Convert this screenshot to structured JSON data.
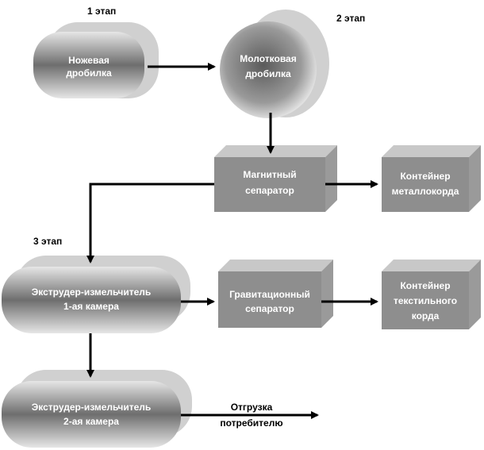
{
  "stages": {
    "stage1": "1 этап",
    "stage2": "2 этап",
    "stage3": "3 этап"
  },
  "nodes": {
    "knife_crusher": [
      "Ножевая",
      "дробилка"
    ],
    "hammer_crusher": [
      "Молотковая",
      "дробилка"
    ],
    "magnetic_separator": [
      "Магнитный",
      "сепаратор"
    ],
    "metal_cord_container": [
      "Контейнер",
      "металлокорда"
    ],
    "extruder_chamber1": [
      "Экструдер-измельчитель",
      "1-ая камера"
    ],
    "gravity_separator": [
      "Гравитационный",
      "сепаратор"
    ],
    "textile_cord_container": [
      "Контейнер",
      "текстильного",
      "корда"
    ],
    "extruder_chamber2": [
      "Экструдер-измельчитель",
      "2-ая камера"
    ]
  },
  "output_label": [
    "Отгрузка",
    "потребителю"
  ],
  "colors": {
    "box_face": "#8c8c8c",
    "box_side": "#b4b4b4",
    "shadow": "#c8c8c8",
    "text": "#ffffff",
    "arrow": "#000000"
  }
}
